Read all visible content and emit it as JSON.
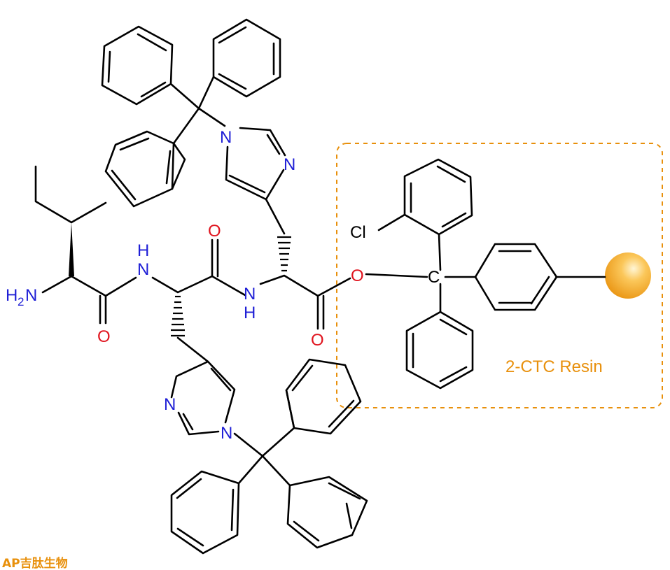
{
  "atoms": {
    "nh2_h": "H",
    "nh2_sub": "2",
    "nh2_n": "N",
    "nh_left": "N",
    "h_left": "H",
    "o_left": "O",
    "o_mid_top": "O",
    "nh_right": "N",
    "h_right": "H",
    "o_right": "O",
    "o_ester": "O",
    "n_upper_trt": "N",
    "n_upper_ring": "N",
    "n_lower_ring": "N",
    "n_lower_trt": "N",
    "cl": "Cl",
    "c_center": "C"
  },
  "resin_label": "2-CTC Resin",
  "watermark": "AP吉肽生物",
  "colors": {
    "nitrogen": "#1f1fd6",
    "oxygen": "#e0141e",
    "bond": "#000000",
    "resin_box": "#e8900c",
    "resin_bead": "#f5a623"
  }
}
